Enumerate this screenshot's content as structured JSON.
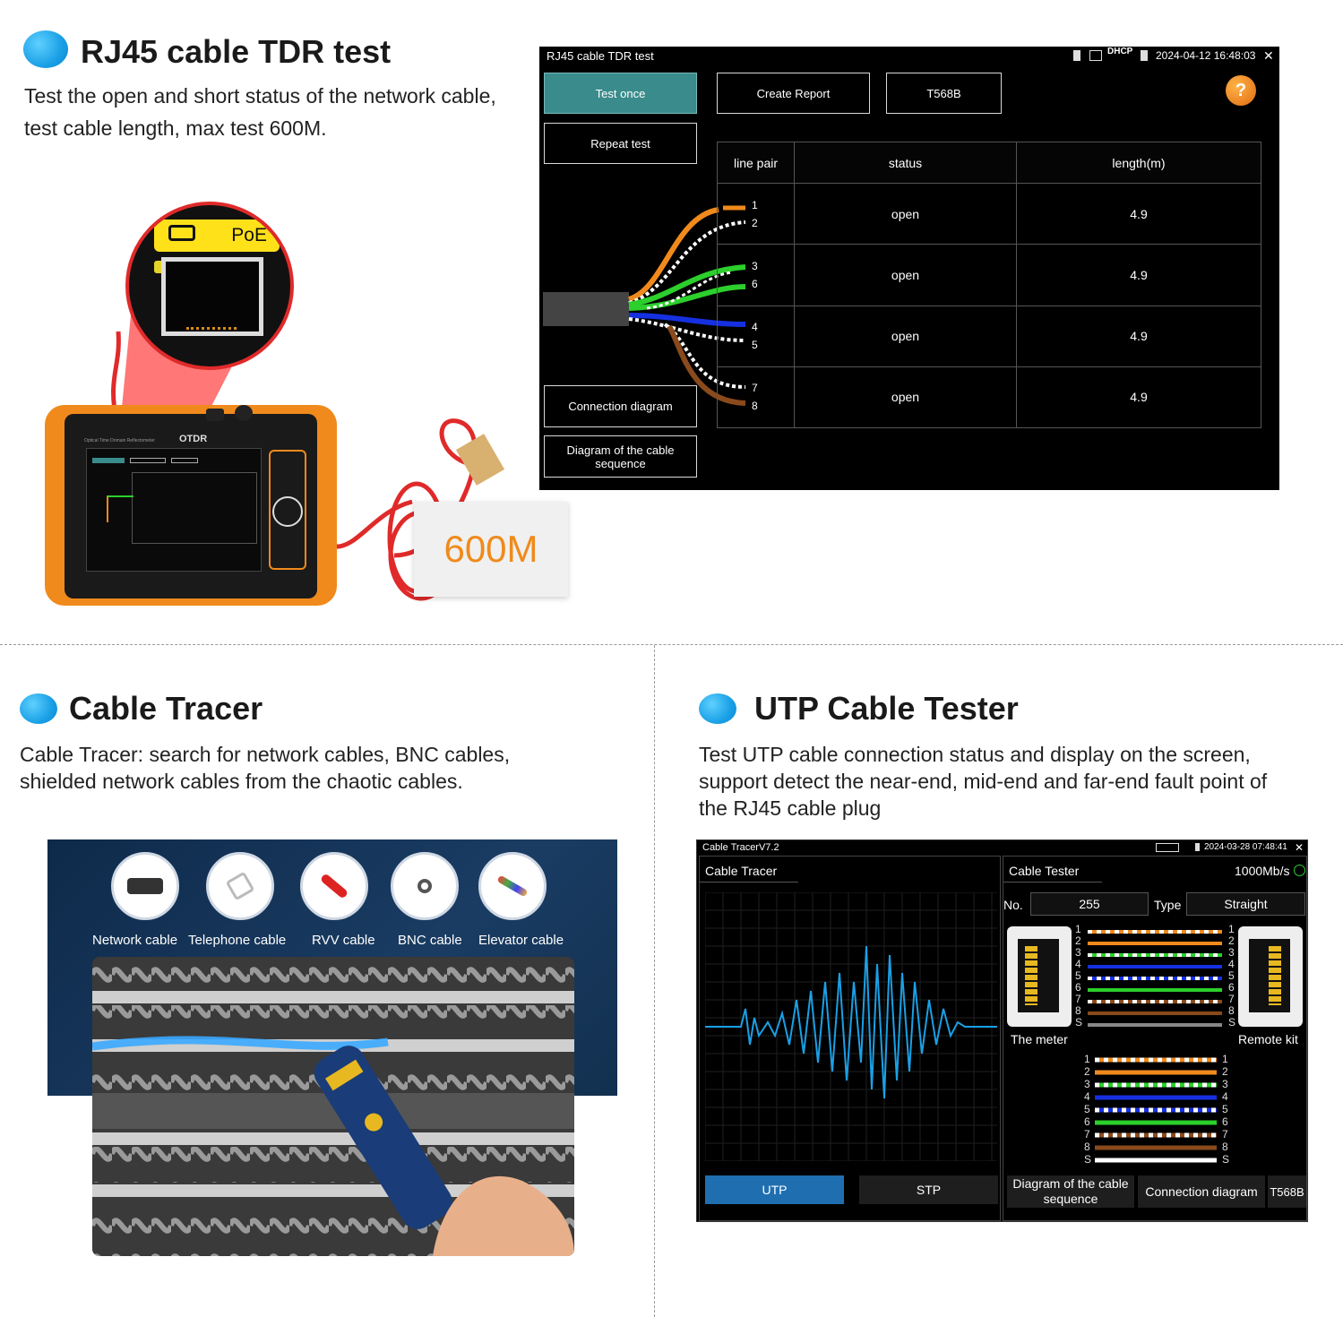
{
  "sections": {
    "tdr": {
      "title": "RJ45 cable TDR test",
      "description_line1": "Test the open and short status of the network cable,",
      "description_line2": "test cable length, max test 600M."
    },
    "tracer": {
      "title": "Cable Tracer",
      "description_line1": "Cable Tracer: search for network cables, BNC cables,",
      "description_line2": "shielded network cables from the chaotic cables."
    },
    "utp": {
      "title": "UTP Cable Tester",
      "description_line1": "Test UTP cable connection status and display on the screen,",
      "description_line2": "support detect the near-end, mid-end and far-end fault point of",
      "description_line3": "the RJ45 cable plug"
    }
  },
  "illustration": {
    "poe_label": "PoE",
    "device_label": "OTDR",
    "device_subtitle": "Optical Time Domain Reflectometer",
    "length_label": "600M"
  },
  "tdr_screen": {
    "title": "RJ45 cable TDR test",
    "status_tag": "DHCP",
    "datetime": "2024-04-12 16:48:03",
    "close": "✕",
    "buttons": {
      "test_once": "Test once",
      "create_report": "Create Report",
      "standard": "T568B",
      "repeat_test": "Repeat test",
      "connection_diagram": "Connection diagram",
      "cable_sequence": "Diagram of the cable sequence"
    },
    "help": "?",
    "table": {
      "headers": [
        "line pair",
        "status",
        "length(m)"
      ],
      "rows": [
        {
          "pair_a": "1",
          "pair_b": "2",
          "status": "open",
          "length": "4.9"
        },
        {
          "pair_a": "3",
          "pair_b": "6",
          "status": "open",
          "length": "4.9"
        },
        {
          "pair_a": "4",
          "pair_b": "5",
          "status": "open",
          "length": "4.9"
        },
        {
          "pair_a": "7",
          "pair_b": "8",
          "status": "open",
          "length": "4.9"
        }
      ]
    },
    "wire_colors": [
      "#f08a1c",
      "#2ccf2c",
      "#1530e0",
      "#8a4a1c"
    ]
  },
  "tracer_panel": {
    "cables": [
      {
        "label": "Network cable",
        "icon": "network-cable-icon"
      },
      {
        "label": "Telephone cable",
        "icon": "telephone-cable-icon"
      },
      {
        "label": "RVV cable",
        "icon": "rvv-cable-icon"
      },
      {
        "label": "BNC cable",
        "icon": "bnc-cable-icon"
      },
      {
        "label": "Elevator cable",
        "icon": "elevator-cable-icon"
      }
    ]
  },
  "utp_screen": {
    "app_title": "Cable TracerV7.2",
    "datetime": "2024-03-28 07:48:41",
    "close": "✕",
    "left_panel": {
      "title": "Cable Tracer",
      "btn_utp": "UTP",
      "btn_stp": "STP"
    },
    "right_panel": {
      "title": "Cable Tester",
      "speed": "1000Mb/s",
      "no_label": "No.",
      "no_value": "255",
      "type_label": "Type",
      "type_value": "Straight",
      "meter_label": "The meter",
      "remote_label": "Remote kit",
      "pins": [
        "1",
        "2",
        "3",
        "4",
        "5",
        "6",
        "7",
        "8",
        "S"
      ],
      "btn_sequence": "Diagram of the cable sequence",
      "btn_connection": "Connection diagram",
      "btn_standard": "T568B"
    },
    "accent_color": "#1f6fb0"
  }
}
